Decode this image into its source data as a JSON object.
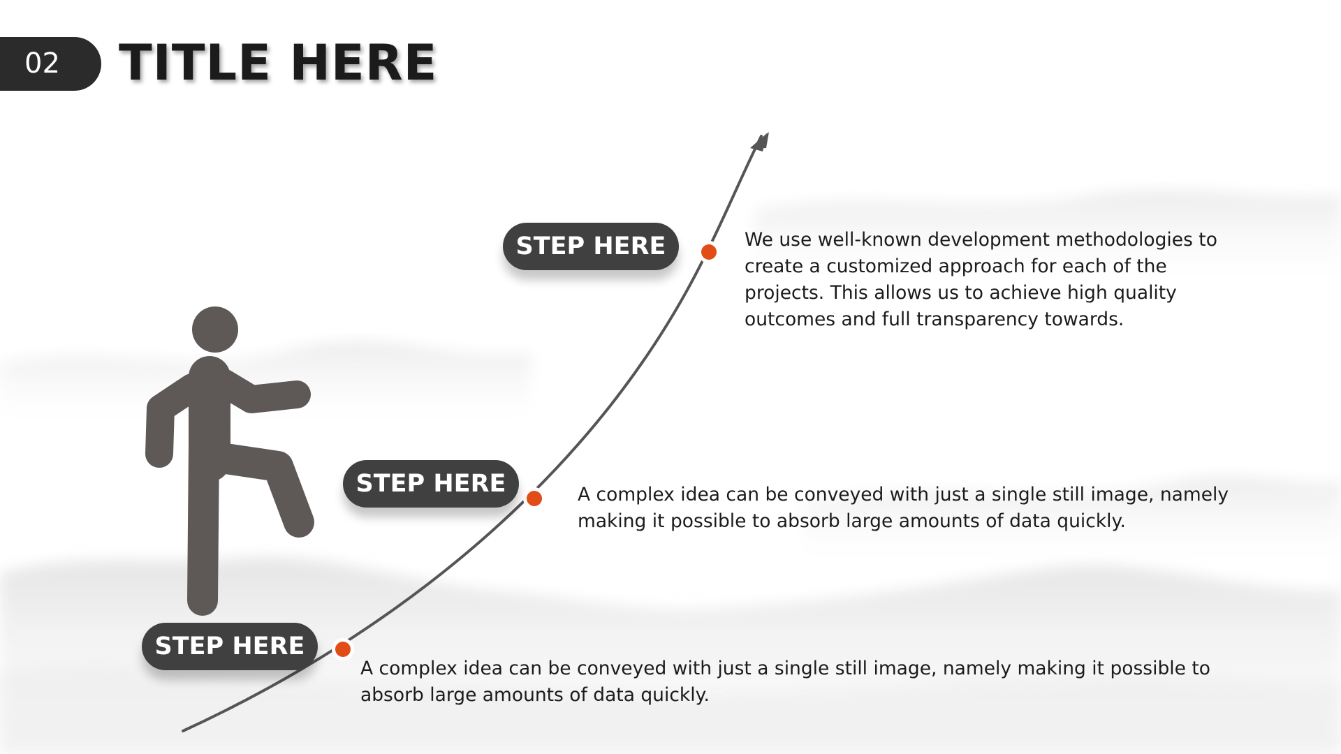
{
  "slide": {
    "number": "02",
    "title": "TITLE HERE"
  },
  "steps": [
    {
      "label": "STEP HERE",
      "description": "A complex idea can be conveyed with just a single still image, namely making it possible to absorb large amounts of data quickly."
    },
    {
      "label": "STEP HERE",
      "description": "A complex idea can be conveyed with just a single still image, namely making it possible to absorb large amounts of data quickly."
    },
    {
      "label": "STEP HERE",
      "description": "We use well-known development methodologies to create a customized approach for each of the projects. This allows us to achieve high quality outcomes and full transparency towards."
    }
  ],
  "colors": {
    "dark": "#2b2b2b",
    "pill": "#404040",
    "figure": "#5e5857",
    "curve": "#555555",
    "accent": "#e24c17",
    "text": "#1b1b1b"
  },
  "icons": {
    "figure": "climbing-person-icon",
    "arrow": "arrow-up-icon",
    "node": "orange-dot-icon"
  }
}
